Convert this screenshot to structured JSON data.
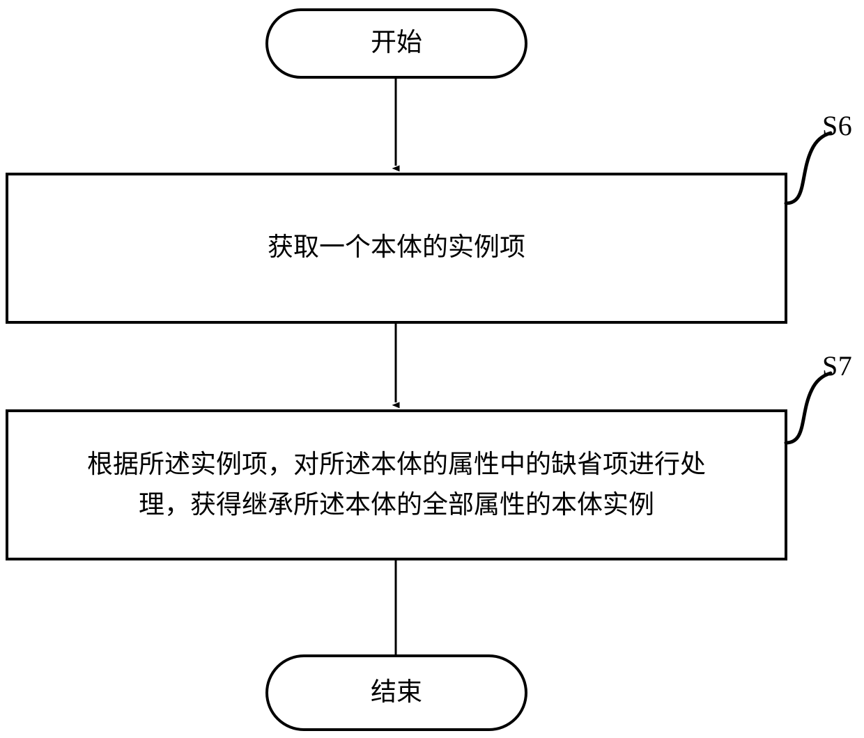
{
  "diagram": {
    "type": "flowchart",
    "orientation": "vertical",
    "background_color": "#ffffff",
    "stroke_color": "#000000",
    "nodes": [
      {
        "id": "start",
        "shape": "stadium",
        "label": "开始"
      },
      {
        "id": "s6",
        "shape": "rectangle",
        "label": "获取一个本体的实例项",
        "tag": "S6"
      },
      {
        "id": "s7",
        "shape": "rectangle",
        "label": "根据所述实例项，对所述本体的属性中的缺省项进行处\n理，获得继承所述本体的全部属性的本体实例",
        "tag": "S7"
      },
      {
        "id": "end",
        "shape": "stadium",
        "label": "结束"
      }
    ],
    "connectors": [
      {
        "from": "start",
        "to": "s6",
        "arrow": "filled-triangle"
      },
      {
        "from": "s6",
        "to": "s7",
        "arrow": "filled-triangle"
      },
      {
        "from": "s7",
        "to": "end",
        "arrow": "filled-triangle"
      }
    ],
    "leaders": [
      {
        "tag": "S6",
        "attaches_to": "s6"
      },
      {
        "tag": "S7",
        "attaches_to": "s7"
      }
    ]
  }
}
